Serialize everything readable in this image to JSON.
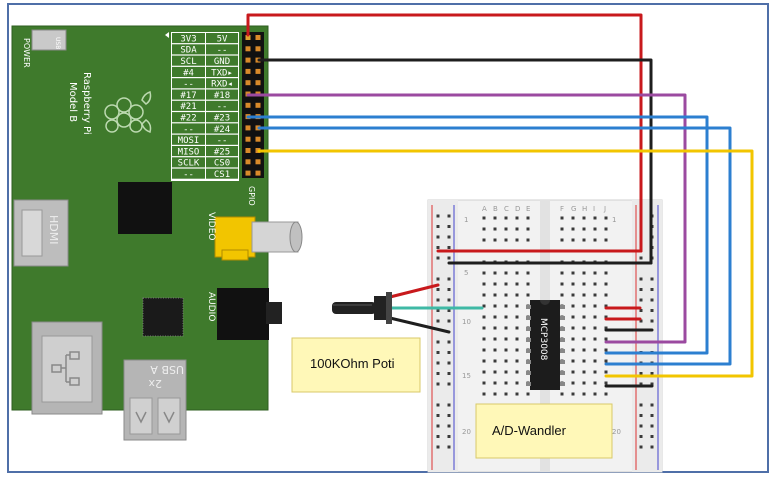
{
  "raspberry_pi": {
    "model_line1": "Raspberry Pi",
    "model_line2": "Model B",
    "power_label": "POWER",
    "usb_small_label": "USB",
    "hdmi_label": "HDMI",
    "video_label": "VIDEO",
    "audio_label": "AUDIO",
    "gpio_label": "GPIO",
    "usb_label_line1": "2x",
    "usb_label_line2": "USB A"
  },
  "gpio_pins": [
    {
      "left": "3V3",
      "right": "5V"
    },
    {
      "left": "SDA",
      "right": "--"
    },
    {
      "left": "SCL",
      "right": "GND"
    },
    {
      "left": "#4",
      "right": "TXD▸"
    },
    {
      "left": "--",
      "right": "RXD◂"
    },
    {
      "left": "#17",
      "right": "#18"
    },
    {
      "left": "#21",
      "right": "--"
    },
    {
      "left": "#22",
      "right": "#23"
    },
    {
      "left": "--",
      "right": "#24"
    },
    {
      "left": "MOSI",
      "right": "--"
    },
    {
      "left": "MISO",
      "right": "#25"
    },
    {
      "left": "SCLK",
      "right": "CS0"
    },
    {
      "left": "--",
      "right": "CS1"
    }
  ],
  "breadboard": {
    "column_letters_left": [
      "A",
      "B",
      "C",
      "D",
      "E"
    ],
    "column_letters_right": [
      "F",
      "G",
      "H",
      "I",
      "J"
    ],
    "row_numbers": [
      "1",
      "5",
      "10",
      "15",
      "20"
    ]
  },
  "chip_label": "MCP3008",
  "notes": {
    "poti": "100KOhm Poti",
    "adc": "A/D-Wandler"
  },
  "colors": {
    "pcb": "#3f7a2c",
    "wire_red": "#c8191c",
    "wire_black": "#1e1e1e",
    "wire_purple": "#9b4aa0",
    "wire_blue": "#2c7fd0",
    "wire_yellow": "#f2c500",
    "wire_teal": "#3fb9a5",
    "note_fill": "#fff8b8",
    "frame": "#4f6fa8"
  }
}
